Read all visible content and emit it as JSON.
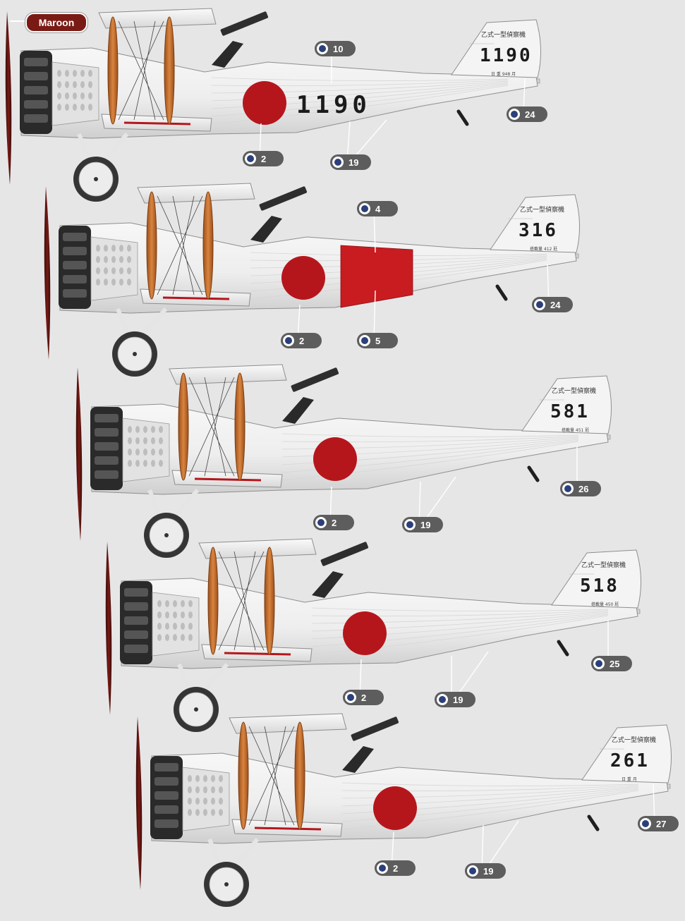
{
  "colors": {
    "background": "#e6e6e7",
    "maroon": "#7a1a14",
    "hinomaru": "#b5161c",
    "fuselage_band": "#c81c21",
    "strut_orange": "#c56a2a",
    "callout_pill": "#5d5d5d",
    "callout_dot": "#2b3f7a"
  },
  "legend": {
    "swatch_label": "Maroon",
    "swatch_icon": "maroon-swatch"
  },
  "aircraft": [
    {
      "serial": "1190",
      "tail_type_text": "乙式一型偵察機",
      "tail_serial": "1190",
      "tail_small_text": "日 重 948 月",
      "fuselage_serial": "1190",
      "fuselage_band": false,
      "callouts": [
        "10",
        "2",
        "19",
        "24"
      ]
    },
    {
      "serial": "316",
      "tail_type_text": "乙式一型偵察機",
      "tail_serial": "316",
      "tail_small_text": "搭載量 412 瓩",
      "fuselage_serial": "",
      "fuselage_band": true,
      "callouts": [
        "4",
        "2",
        "5",
        "24"
      ]
    },
    {
      "serial": "581",
      "tail_type_text": "乙式一型偵察機",
      "tail_serial": "581",
      "tail_small_text": "搭載量 451 瓩",
      "fuselage_serial": "",
      "fuselage_band": false,
      "callouts": [
        "2",
        "19",
        "26"
      ]
    },
    {
      "serial": "518",
      "tail_type_text": "乙式一型偵察機",
      "tail_serial": "518",
      "tail_small_text": "搭載量 450 瓩",
      "fuselage_serial": "",
      "fuselage_band": false,
      "callouts": [
        "2",
        "19",
        "25"
      ]
    },
    {
      "serial": "261",
      "tail_type_text": "乙式一型偵察機",
      "tail_serial": "261",
      "tail_small_text": "日 重 月",
      "fuselage_serial": "",
      "fuselage_band": false,
      "callouts": [
        "2",
        "19",
        "27"
      ]
    }
  ]
}
